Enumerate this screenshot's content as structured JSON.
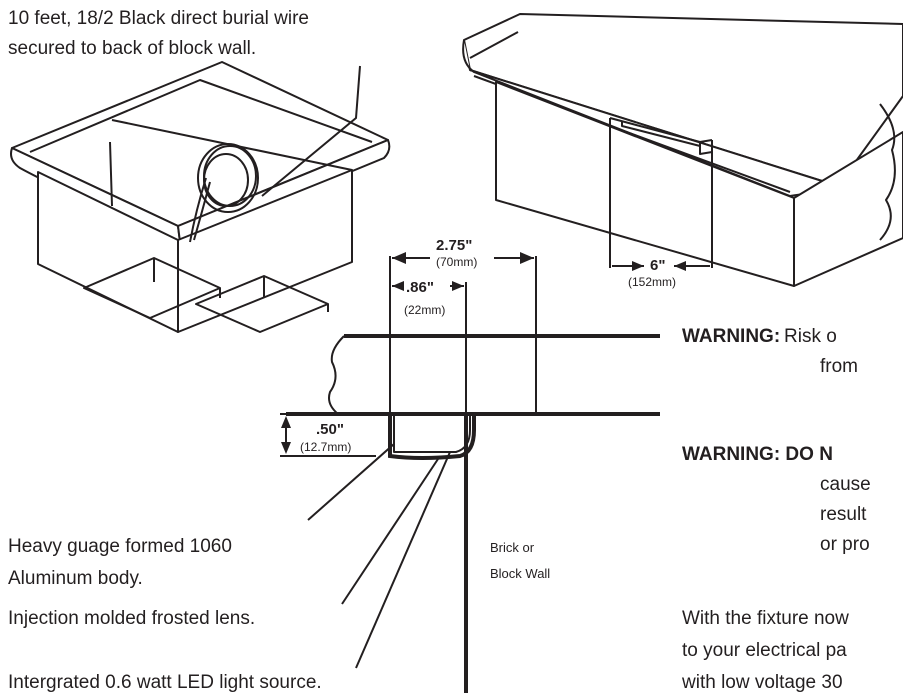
{
  "callouts": {
    "wire_line1": "10 feet, 18/2 Black direct burial wire",
    "wire_line2": "secured to back of block wall.",
    "body_line1": "Heavy guage formed 1060",
    "body_line2": "Aluminum body.",
    "lens": "Injection molded frosted lens.",
    "led": "Intergrated 0.6 watt LED light source."
  },
  "wall_label": {
    "line1": "Brick or",
    "line2": "Block Wall"
  },
  "dimensions": {
    "depth_in": "2.75\"",
    "depth_mm": "(70mm)",
    "lip_in": ".86\"",
    "lip_mm": "(22mm)",
    "height_in": ".50\"",
    "height_mm": "(12.7mm)",
    "width_in": "6\"",
    "width_mm": "(152mm)"
  },
  "warnings": {
    "w1_label": "WARNING:",
    "w1_text": "Risk o",
    "w1_text2": "from",
    "w2_label": "WARNING: DO N",
    "w2_l1": "cause",
    "w2_l2": "result",
    "w2_l3": "or pro"
  },
  "footer": {
    "line1": "With the fixture now",
    "line2": "to your electrical pa",
    "line3": "with low voltage 30"
  }
}
